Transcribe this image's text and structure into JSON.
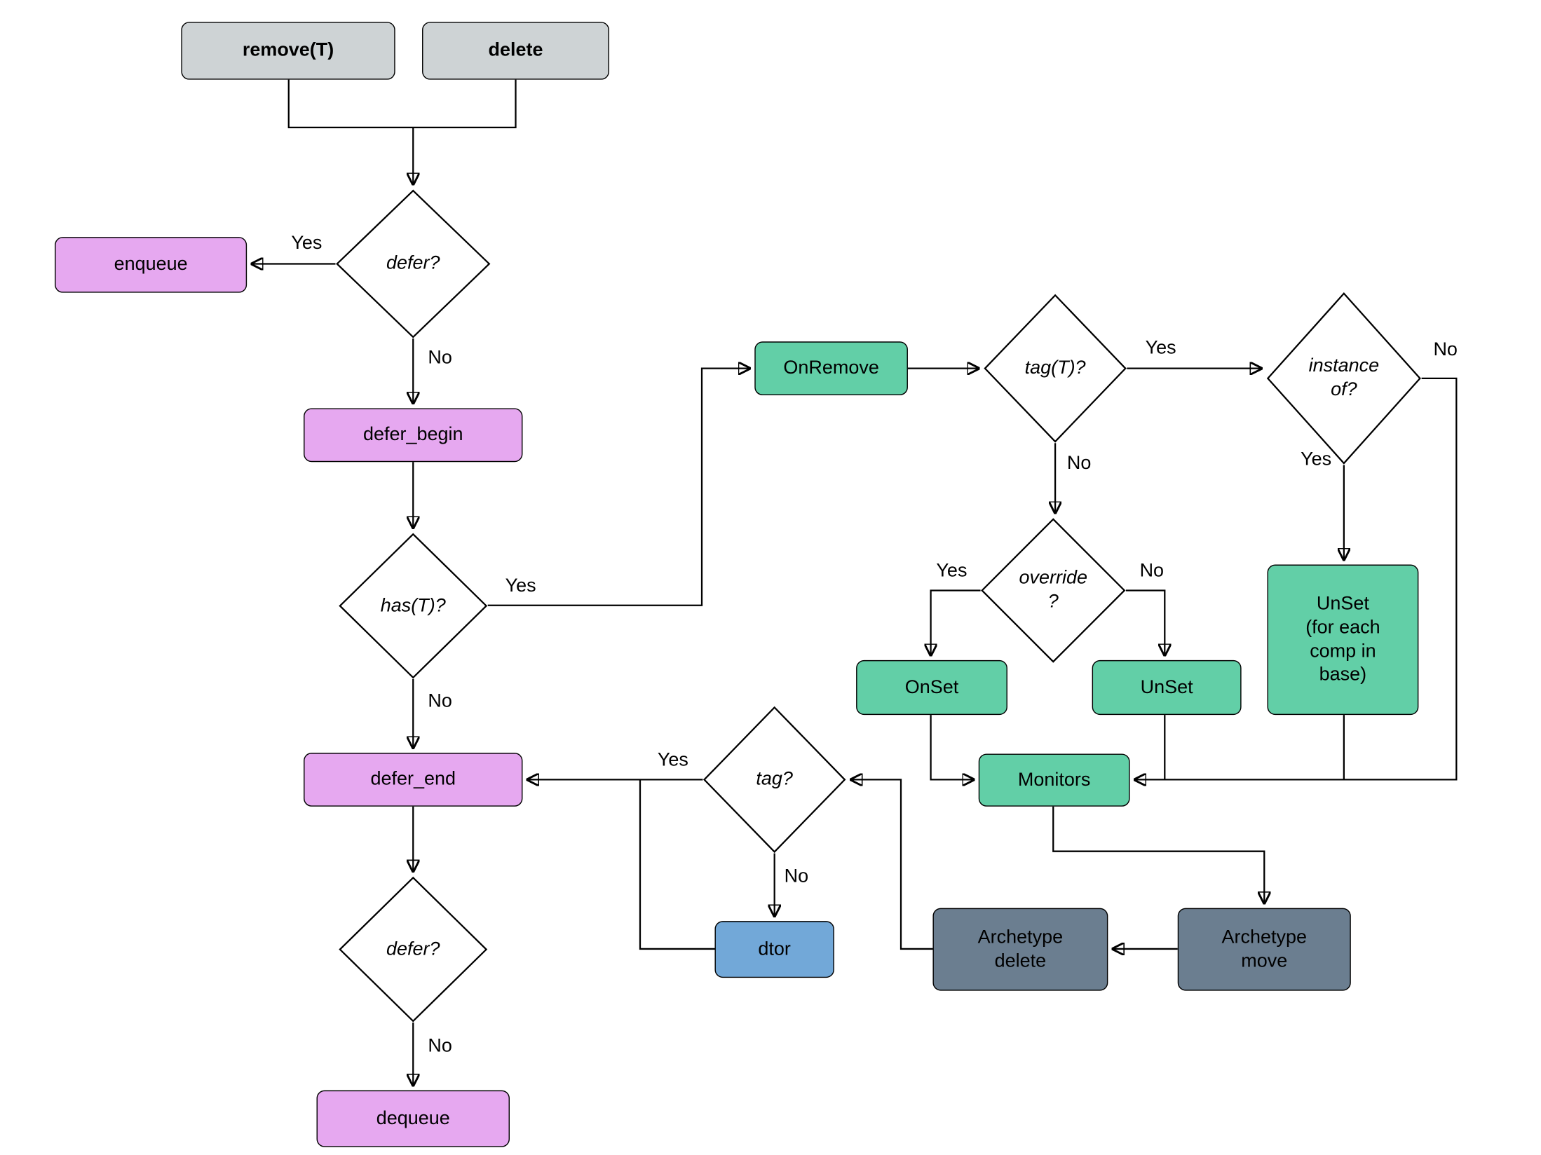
{
  "diagram": {
    "description": "Flowchart of remove(T) / delete operation flow",
    "colors": {
      "box_gray": "#ced3d5",
      "box_purple": "#e6a8f0",
      "box_green": "#62cfa7",
      "box_slate": "#6b7e90",
      "box_blue": "#72a8d8",
      "line": "#000000"
    }
  },
  "nodes": {
    "remove": {
      "label": "remove(T)"
    },
    "delete": {
      "label": "delete"
    },
    "enqueue": {
      "label": "enqueue"
    },
    "defer1": {
      "label": "defer?"
    },
    "defer_begin": {
      "label": "defer_begin"
    },
    "has_t": {
      "label": "has(T)?"
    },
    "on_remove": {
      "label": "OnRemove"
    },
    "tag_t": {
      "label": "tag(T)?"
    },
    "instance_of": {
      "label": "instance\nof?"
    },
    "override": {
      "label": "override\n?"
    },
    "on_set": {
      "label": "OnSet"
    },
    "unset": {
      "label": "UnSet"
    },
    "unset_base": {
      "label": "UnSet\n(for each\ncomp in\nbase)"
    },
    "monitors": {
      "label": "Monitors"
    },
    "archetype_delete": {
      "label": "Archetype\ndelete"
    },
    "archetype_move": {
      "label": "Archetype\nmove"
    },
    "tag": {
      "label": "tag?"
    },
    "dtor": {
      "label": "dtor"
    },
    "defer_end": {
      "label": "defer_end"
    },
    "defer2": {
      "label": "defer?"
    },
    "dequeue": {
      "label": "dequeue"
    }
  },
  "labels": {
    "defer1_yes": "Yes",
    "defer1_no": "No",
    "has_t_yes": "Yes",
    "has_t_no": "No",
    "tag_t_yes": "Yes",
    "tag_t_no": "No",
    "instance_of_no": "No",
    "instance_of_yes": "Yes",
    "override_yes": "Yes",
    "override_no": "No",
    "tag_yes": "Yes",
    "tag_no": "No",
    "defer2_no": "No"
  }
}
